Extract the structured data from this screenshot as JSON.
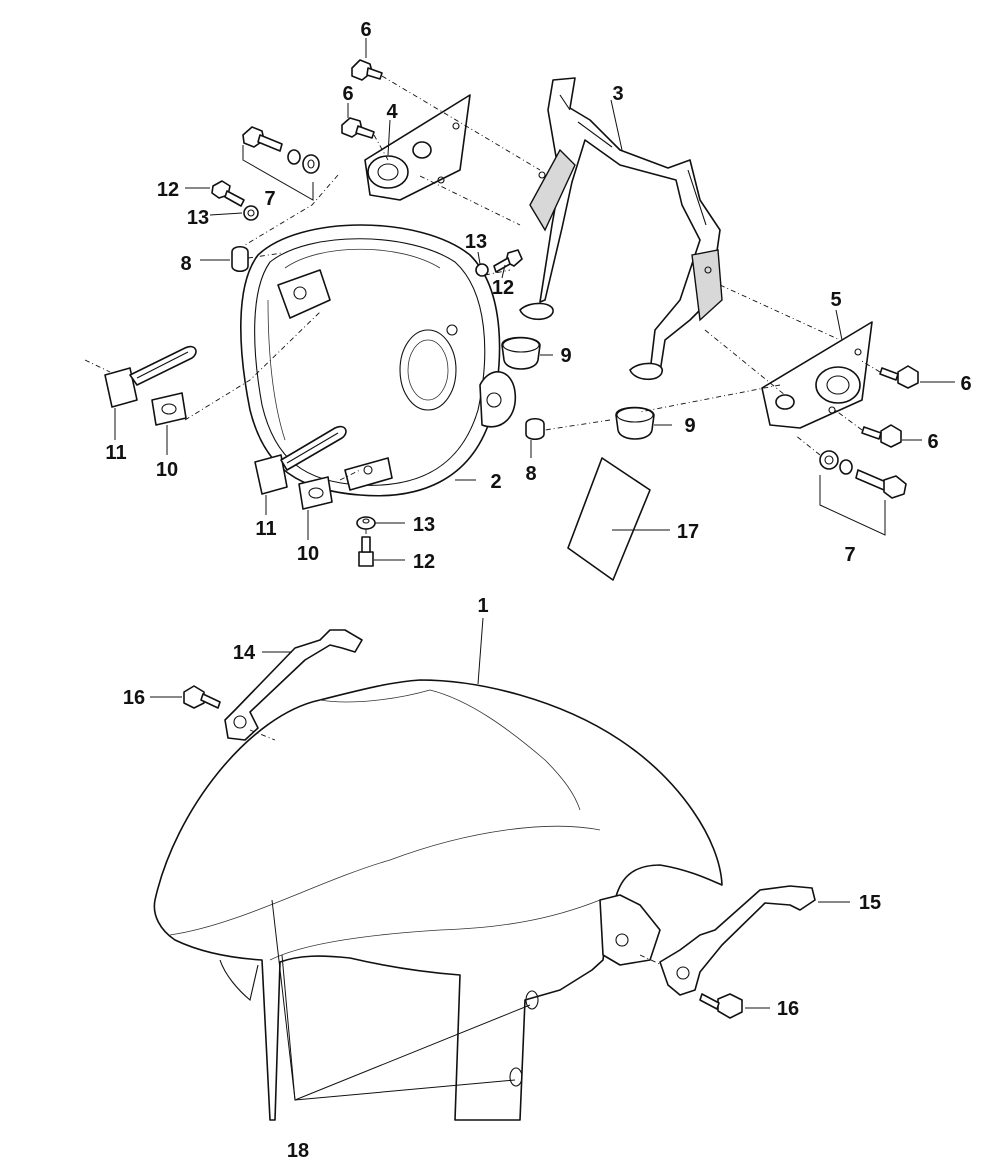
{
  "figure": {
    "type": "exploded-parts-diagram",
    "background": "#ffffff",
    "line_color": "#111111"
  },
  "callouts": {
    "c1": "1",
    "c2": "2",
    "c3": "3",
    "c4": "4",
    "c5": "5",
    "c6a": "6",
    "c6b": "6",
    "c6c": "6",
    "c6d": "6",
    "c7a": "7",
    "c7b": "7",
    "c8a": "8",
    "c8b": "8",
    "c9a": "9",
    "c9b": "9",
    "c10a": "10",
    "c10b": "10",
    "c11a": "11",
    "c11b": "11",
    "c12a": "12",
    "c12b": "12",
    "c12c": "12",
    "c13a": "13",
    "c13b": "13",
    "c13c": "13",
    "c14": "14",
    "c15": "15",
    "c16a": "16",
    "c16b": "16",
    "c17": "17",
    "c18": "18"
  }
}
